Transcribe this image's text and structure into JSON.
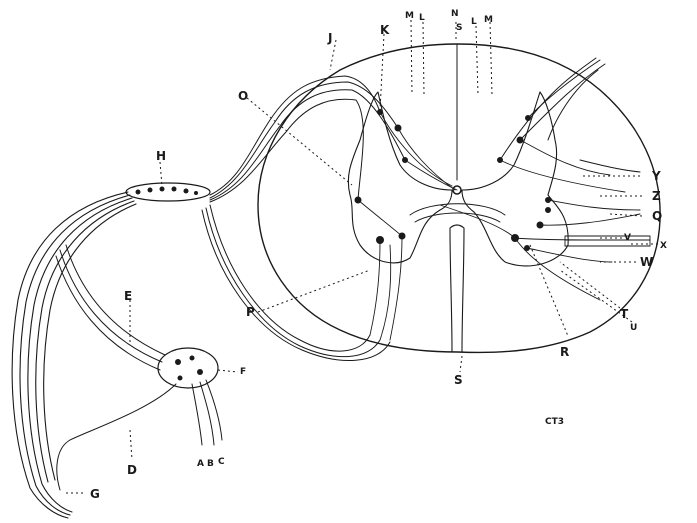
{
  "labels": {
    "A": "A",
    "B": "B",
    "C": "C",
    "D": "D",
    "E": "E",
    "F": "F",
    "G": "G",
    "H": "H",
    "J": "J",
    "K": "K",
    "M_left": "M",
    "L_left": "L",
    "N": "N",
    "S_top": "S",
    "L_right": "L",
    "M_right": "M",
    "O": "O",
    "P": "P",
    "Q": "Q",
    "R": "R",
    "S_bottom": "S",
    "T": "T",
    "U": "U",
    "V": "V",
    "W": "W",
    "X": "X",
    "Y": "Y",
    "Z": "Z"
  },
  "figure_number": "CT3"
}
